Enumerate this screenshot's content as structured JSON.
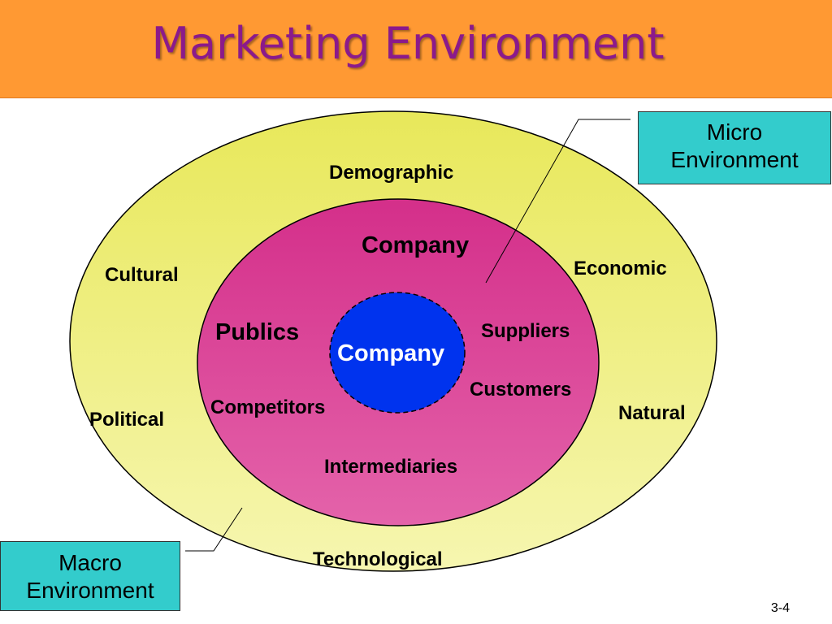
{
  "slide": {
    "title": "Marketing Environment",
    "number": "3-4"
  },
  "macro_forces": {
    "demographic": "Demographic",
    "economic": "Economic",
    "natural": "Natural",
    "technological": "Technological",
    "political": "Political",
    "cultural": "Cultural"
  },
  "micro_forces": {
    "company": "Company",
    "publics": "Publics",
    "suppliers": "Suppliers",
    "customers": "Customers",
    "competitors": "Competitors",
    "intermediaries": "Intermediaries"
  },
  "core": {
    "label": "Company"
  },
  "callouts": {
    "micro_line1": "Micro",
    "micro_line2": "Environment",
    "macro_line1": "Macro",
    "macro_line2": "Environment"
  },
  "colors": {
    "header_bg": "#ff9933",
    "title_text": "#8b1a8b",
    "outer_ellipse": "#f0f07a",
    "middle_ellipse": "#dd3f98",
    "core_circle": "#0033ee",
    "callout_bg": "#33cccc"
  }
}
